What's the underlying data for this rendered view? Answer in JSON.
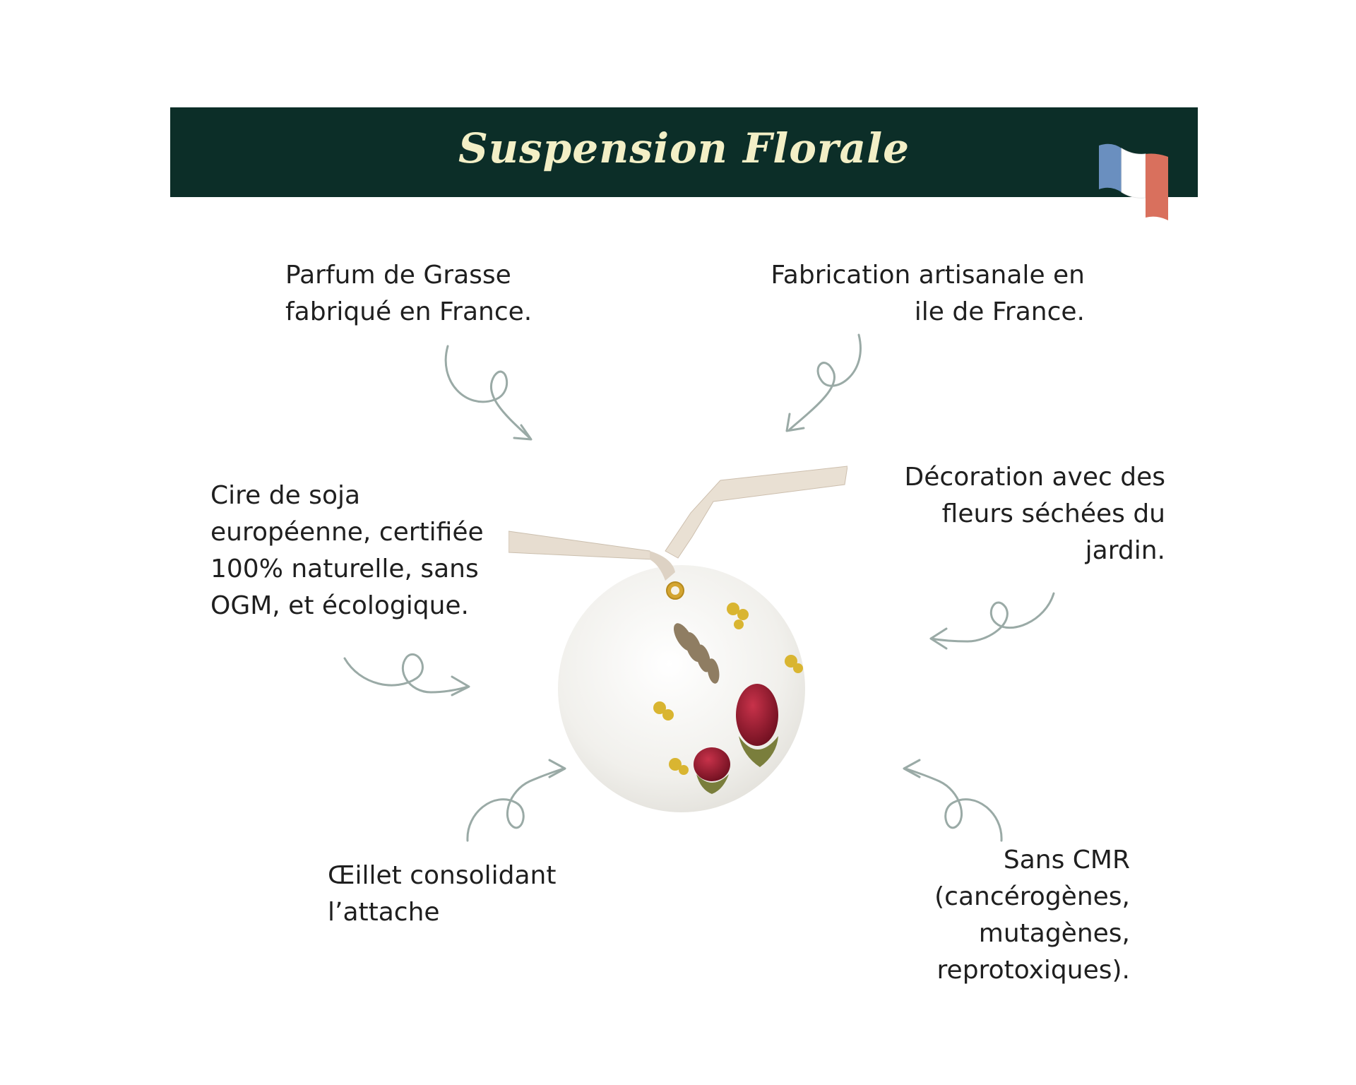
{
  "header": {
    "title": "Suspension Florale"
  },
  "flag": {
    "icon": "france-flag-icon",
    "colors": [
      "#6a8fbf",
      "#ffffff",
      "#d9705d"
    ]
  },
  "features": {
    "top_left": {
      "lines": [
        "Parfum de Grasse",
        "fabriqué en France."
      ]
    },
    "top_right": {
      "lines": [
        "Fabrication artisanale en",
        "ile de France."
      ]
    },
    "mid_left": {
      "lines": [
        "Cire de soja",
        "européenne, certifiée",
        "100% naturelle, sans",
        "OGM, et écologique."
      ]
    },
    "mid_right": {
      "lines": [
        "Décoration avec des",
        "fleurs séchées du",
        "jardin."
      ]
    },
    "bottom_left": {
      "lines": [
        "Œillet consolidant",
        "l’attache"
      ]
    },
    "bottom_right": {
      "lines": [
        "Sans CMR",
        "(cancérogènes,",
        "mutagènes,",
        "reprotoxiques)."
      ]
    }
  },
  "product": {
    "name": "wax-sachet-with-dried-flowers"
  }
}
